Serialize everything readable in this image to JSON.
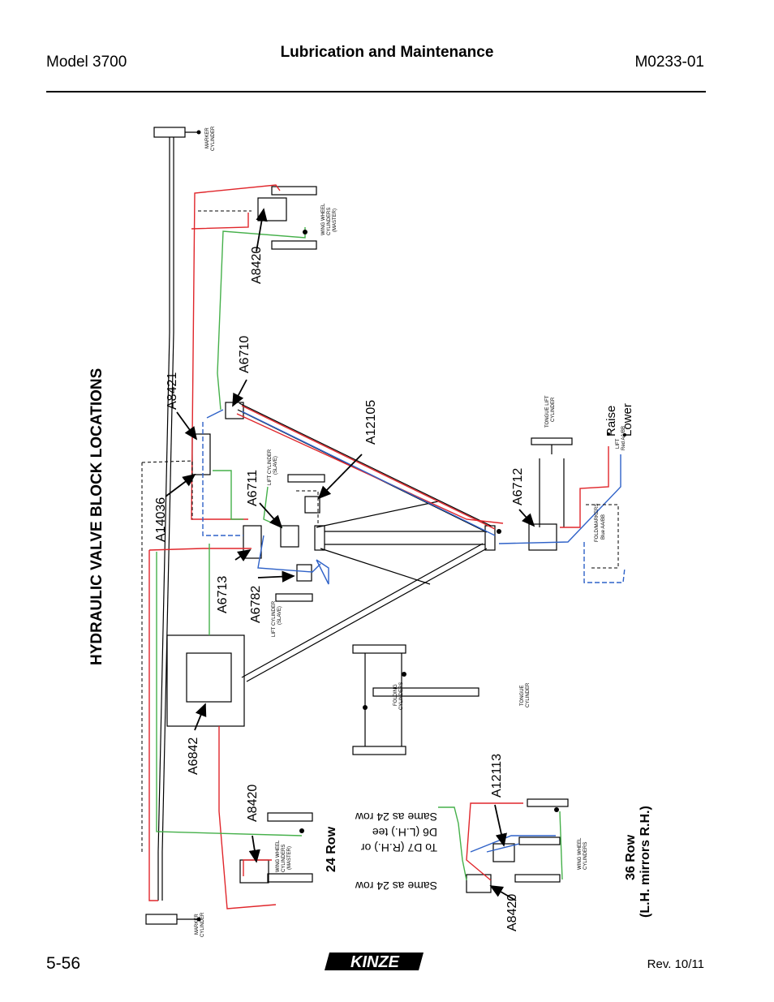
{
  "header": {
    "model": "Model 3700",
    "title": "Lubrication and Maintenance",
    "doc_number": "M0233-01"
  },
  "diagram": {
    "section_title": "HYDRAULIC VALVE BLOCK LOCATIONS",
    "configs": {
      "row24": "24 Row",
      "row36_line1": "36 Row",
      "row36_line2": "(L.H. mirrors R.H.)"
    },
    "callouts": {
      "a8420_top": "A8420",
      "a8421": "A8421",
      "a6710": "A6710",
      "a12105": "A12105",
      "a14036": "A14036",
      "a6711": "A6711",
      "a6713": "A6713",
      "a6782": "A6782",
      "a6712": "A6712",
      "a6842": "A6842",
      "a8420_bottom": "A8420",
      "a12113": "A12113",
      "a8420_36": "A8420"
    },
    "notes": {
      "same_as_24_a": "Same as 24 row",
      "to_d7": "To D7 (R.H.) or",
      "d6_tee": "D6 (L.H.) tee",
      "same_as_24_b": "Same as 24 row"
    },
    "controls": {
      "raise": "Raise",
      "lower": "Lower",
      "lift_code_1": "LIFT",
      "lift_code_2": "Red AA/BB",
      "fold_code_1": "FOLD/MARKERS",
      "fold_code_2": "Blue AA/BB"
    },
    "component_labels": {
      "marker_top": [
        "MARKER",
        "CYLINDER"
      ],
      "wing_wheel_top": [
        "WING WHEEL",
        "CYLINDERS",
        "(MASTER)"
      ],
      "lift_slave_top": [
        "LIFT CYLINDER",
        "(SLAVE)"
      ],
      "lift_slave_bottom": [
        "LIFT CYLINDER",
        "(SLAVE)"
      ],
      "tongue_lift": [
        "TONGUE LIFT",
        "CYLINDER"
      ],
      "folding": [
        "FOLDING",
        "CYLINDERS"
      ],
      "tongue_cyl": [
        "TONGUE",
        "CYLINDER"
      ],
      "wing_wheel_bottom": [
        "WING WHEEL",
        "CYLINDERS",
        "(MASTER)"
      ],
      "wing_wheel_36": [
        "WING WHEEL",
        "CYLINDERS"
      ],
      "marker_bottom": [
        "MARKER",
        "CYLINDER"
      ]
    }
  },
  "footer": {
    "page": "5-56",
    "brand": "KINZE",
    "revision": "Rev. 10/11"
  },
  "colors": {
    "red_line": "#e0262b",
    "blue_line": "#2f62c8",
    "green_line": "#45b04a",
    "black_line": "#000000"
  }
}
